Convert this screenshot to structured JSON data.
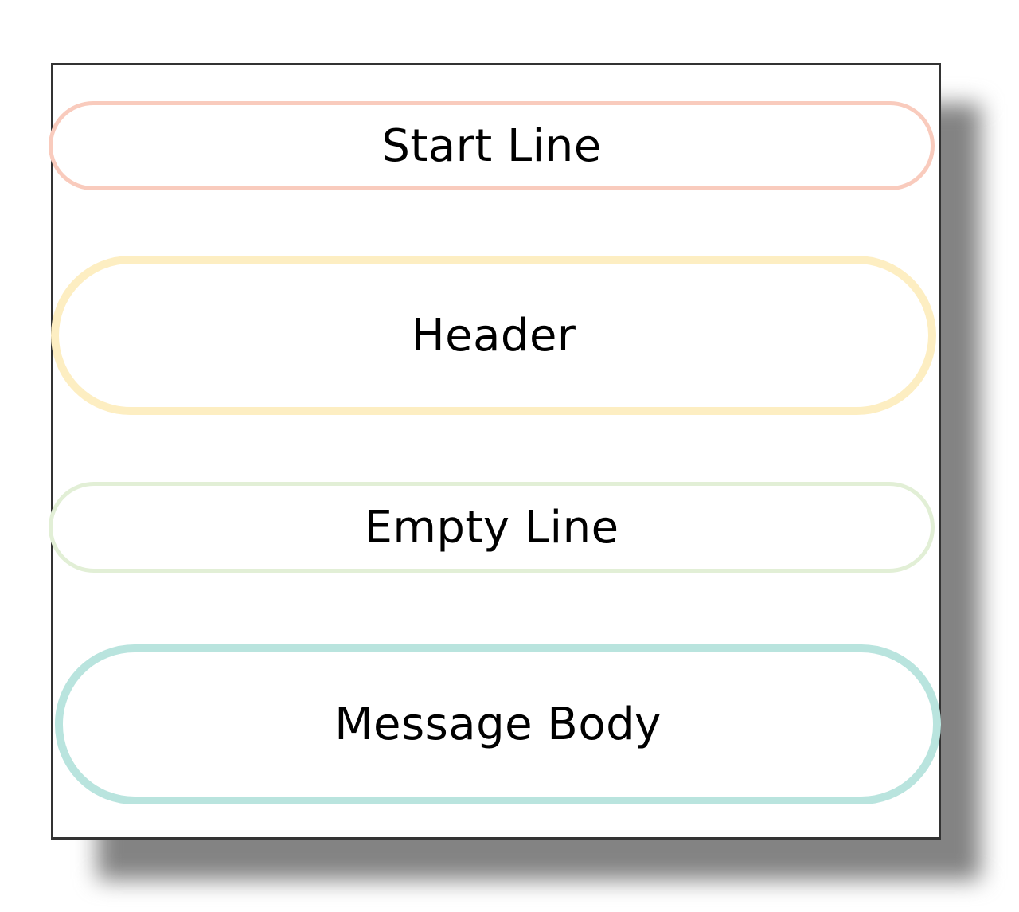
{
  "sections": [
    {
      "label": "Start Line",
      "color": "#f9cbbd"
    },
    {
      "label": "Header",
      "color": "#fdeec2"
    },
    {
      "label": "Empty Line",
      "color": "#e2efd6"
    },
    {
      "label": "Message Body",
      "color": "#b9e4de"
    }
  ]
}
